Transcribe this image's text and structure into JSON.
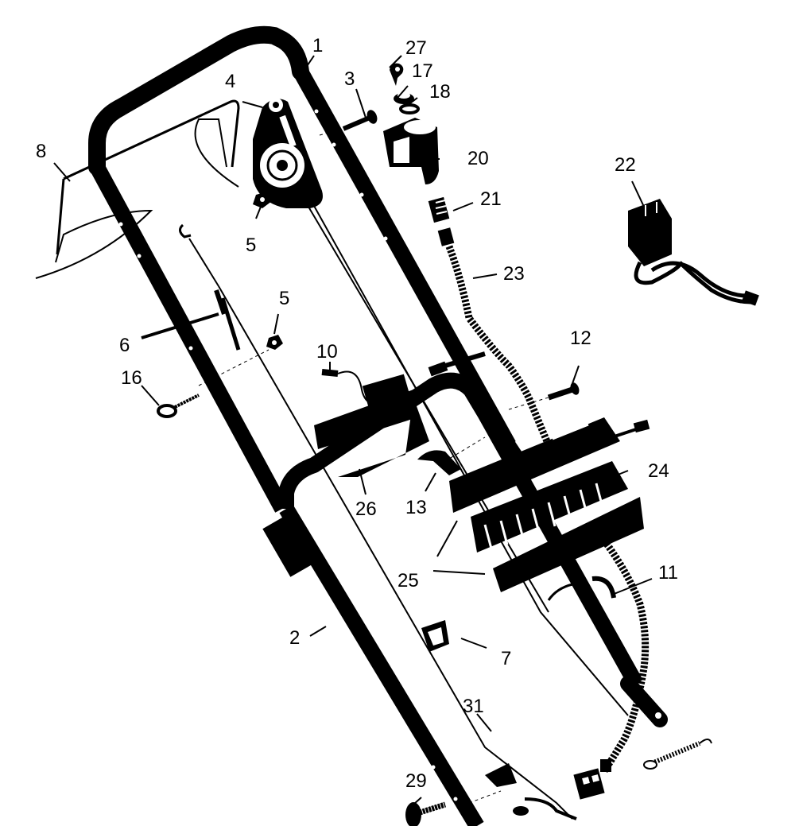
{
  "diagram": {
    "callouts": [
      {
        "id": "c1",
        "label": "1"
      },
      {
        "id": "c2",
        "label": "2"
      },
      {
        "id": "c3",
        "label": "3"
      },
      {
        "id": "c4",
        "label": "4"
      },
      {
        "id": "c5a",
        "label": "5"
      },
      {
        "id": "c5b",
        "label": "5"
      },
      {
        "id": "c6",
        "label": "6"
      },
      {
        "id": "c7",
        "label": "7"
      },
      {
        "id": "c8",
        "label": "8"
      },
      {
        "id": "c10",
        "label": "10"
      },
      {
        "id": "c11",
        "label": "11"
      },
      {
        "id": "c12",
        "label": "12"
      },
      {
        "id": "c13",
        "label": "13"
      },
      {
        "id": "c16",
        "label": "16"
      },
      {
        "id": "c17",
        "label": "17"
      },
      {
        "id": "c18",
        "label": "18"
      },
      {
        "id": "c20",
        "label": "20"
      },
      {
        "id": "c21",
        "label": "21"
      },
      {
        "id": "c22",
        "label": "22"
      },
      {
        "id": "c23",
        "label": "23"
      },
      {
        "id": "c24",
        "label": "24"
      },
      {
        "id": "c25",
        "label": "25"
      },
      {
        "id": "c26",
        "label": "26"
      },
      {
        "id": "c27",
        "label": "27"
      },
      {
        "id": "c29",
        "label": "29"
      },
      {
        "id": "c31",
        "label": "31"
      }
    ],
    "parts": [
      {
        "id": "upper-handle",
        "ref": "1"
      },
      {
        "id": "lower-handle",
        "ref": "2"
      },
      {
        "id": "bolt-3",
        "ref": "3"
      },
      {
        "id": "control-housing",
        "ref": "4"
      },
      {
        "id": "nut-5a",
        "ref": "5"
      },
      {
        "id": "nut-5b",
        "ref": "5"
      },
      {
        "id": "control-rod",
        "ref": "6"
      },
      {
        "id": "cable-clip",
        "ref": "7"
      },
      {
        "id": "bail-rod",
        "ref": "8"
      },
      {
        "id": "screw-10",
        "ref": "10"
      },
      {
        "id": "cable-tie",
        "ref": "11"
      },
      {
        "id": "bolt-12",
        "ref": "12"
      },
      {
        "id": "clamp-13",
        "ref": "13"
      },
      {
        "id": "eye-bolt",
        "ref": "16"
      },
      {
        "id": "key-cap",
        "ref": "17"
      },
      {
        "id": "washer",
        "ref": "18"
      },
      {
        "id": "key-switch-housing",
        "ref": "20"
      },
      {
        "id": "connector",
        "ref": "21"
      },
      {
        "id": "charger",
        "ref": "22"
      },
      {
        "id": "harness-conduit",
        "ref": "23"
      },
      {
        "id": "battery",
        "ref": "24"
      },
      {
        "id": "battery-covers",
        "ref": "25"
      },
      {
        "id": "handle-bracket",
        "ref": "26"
      },
      {
        "id": "key",
        "ref": "27"
      },
      {
        "id": "carriage-bolt",
        "ref": "29"
      },
      {
        "id": "cable-guide",
        "ref": "31"
      }
    ]
  }
}
